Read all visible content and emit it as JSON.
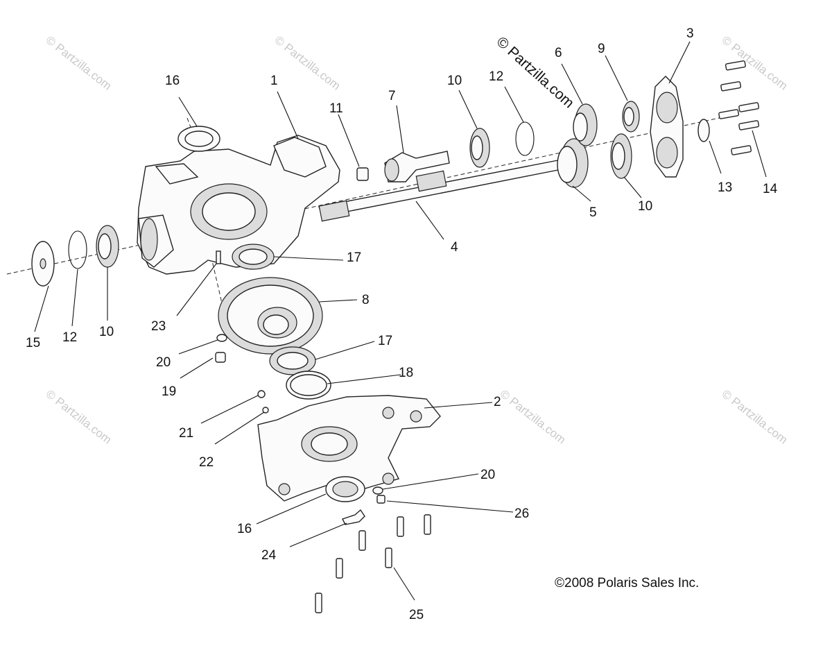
{
  "watermark": {
    "main": "© Partzilla.com",
    "faint": "© Partzilla.com"
  },
  "copyright": "©2008 Polaris Sales Inc.",
  "callouts": [
    "16",
    "1",
    "11",
    "7",
    "10",
    "12",
    "6",
    "9",
    "3",
    "13",
    "14",
    "5",
    "10",
    "4",
    "17",
    "15",
    "12",
    "10",
    "23",
    "8",
    "20",
    "17",
    "19",
    "18",
    "21",
    "22",
    "2",
    "20",
    "16",
    "26",
    "24",
    "25"
  ]
}
